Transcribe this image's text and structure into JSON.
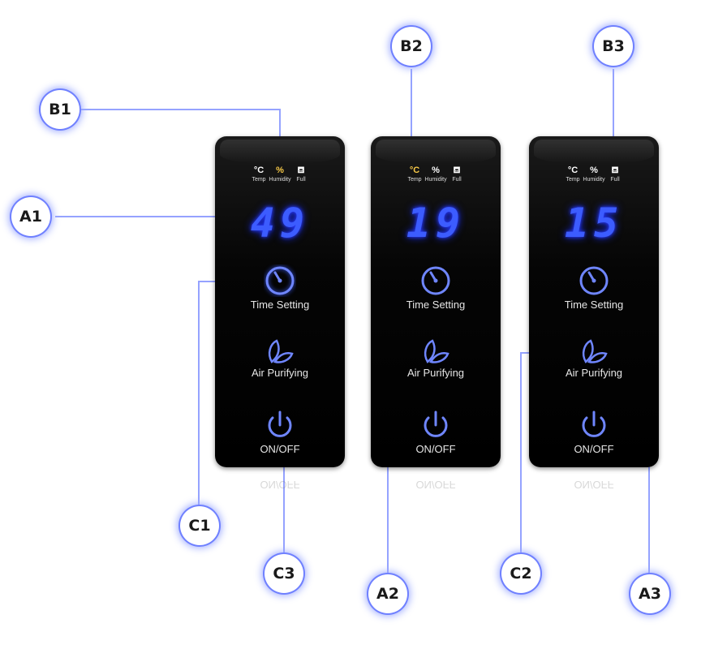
{
  "panels": [
    {
      "indicators": [
        {
          "symbol": "°C",
          "label": "Temp",
          "active": false
        },
        {
          "symbol": "%",
          "label": "Humidity",
          "active": true
        },
        {
          "symbol": "⛾",
          "label": "Full",
          "active": false
        }
      ],
      "display": "49",
      "buttons": {
        "time": "Time Setting",
        "air": "Air Purifying",
        "power": "ON/OFF"
      }
    },
    {
      "indicators": [
        {
          "symbol": "°C",
          "label": "Temp",
          "active": true
        },
        {
          "symbol": "%",
          "label": "Humidity",
          "active": false
        },
        {
          "symbol": "⛾",
          "label": "Full",
          "active": false
        }
      ],
      "display": "19",
      "buttons": {
        "time": "Time Setting",
        "air": "Air Purifying",
        "power": "ON/OFF"
      }
    },
    {
      "indicators": [
        {
          "symbol": "°C",
          "label": "Temp",
          "active": false
        },
        {
          "symbol": "%",
          "label": "Humidity",
          "active": false
        },
        {
          "symbol": "⛾",
          "label": "Full",
          "active": false
        }
      ],
      "display": "15",
      "buttons": {
        "time": "Time Setting",
        "air": "Air Purifying",
        "power": "ON/OFF"
      }
    }
  ],
  "callouts": {
    "A1": "A1",
    "A2": "A2",
    "A3": "A3",
    "B1": "B1",
    "B2": "B2",
    "B3": "B3",
    "C1": "C1",
    "C2": "C2",
    "C3": "C3"
  },
  "colors": {
    "display": "#3c5cff",
    "active_indicator": "#f7c948",
    "callout_glow": "#6f80ff",
    "icon_glow": "#5a74ff"
  }
}
